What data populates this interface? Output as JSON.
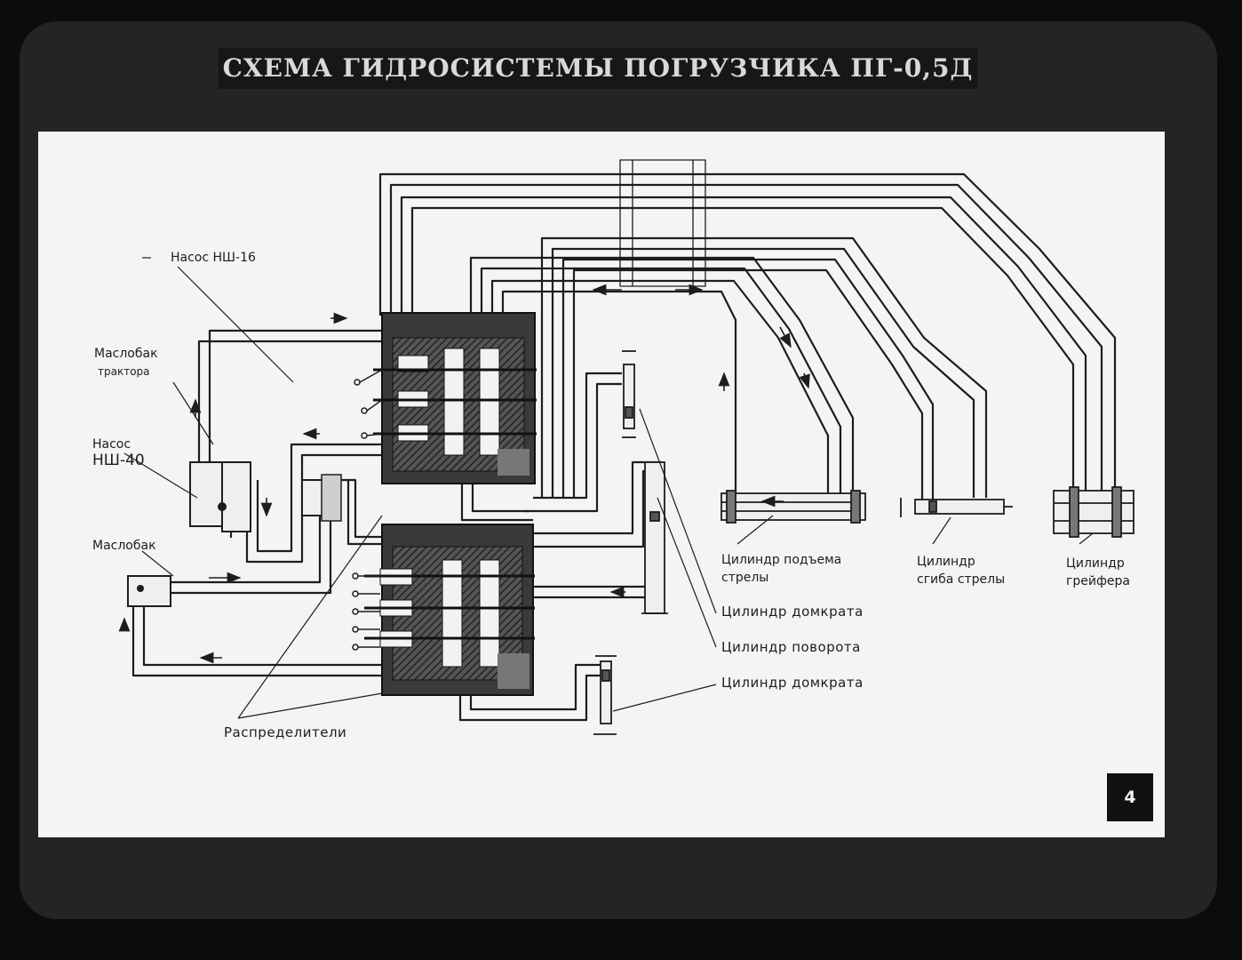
{
  "title": "СХЕМА ГИДРОСИСТЕМЫ ПОГРУЗЧИКА ПГ-0,5Д",
  "labels": {
    "pump_ns16": "Насос НШ-16",
    "tractor_tank_1": "Маслобак",
    "tractor_tank_2": "трактора",
    "pump_ns40_1": "Насос",
    "pump_ns40_2": "НШ-40",
    "oil_tank": "Маслобак",
    "distributors": "Распределители",
    "boom_lift_cyl_1": "Цилиндр подъема",
    "boom_lift_cyl_2": "стрелы",
    "boom_bend_cyl_1": "Цилиндр",
    "boom_bend_cyl_2": "сгиба стрелы",
    "grab_cyl_1": "Цилиндр",
    "grab_cyl_2": "грейфера",
    "jack_cyl_upper": "Цилиндр домкрата",
    "turn_cyl": "Цилиндр поворота",
    "jack_cyl_lower": "Цилиндр домкрата"
  },
  "frame_number": "4",
  "colors": {
    "background": "#0c0c0c",
    "slide": "#242424",
    "panel": "#f4f4f4",
    "ink": "#1d1d1d"
  }
}
